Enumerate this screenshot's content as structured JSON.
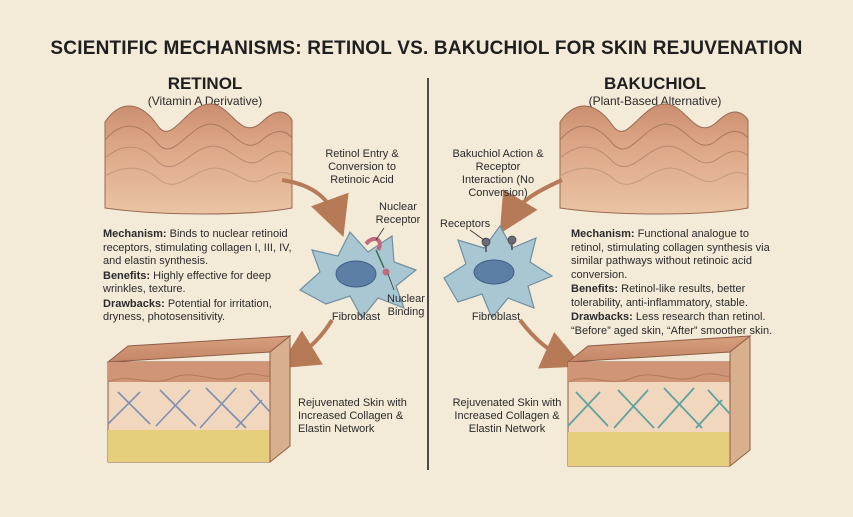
{
  "title": "SCIENTIFIC MECHANISMS: RETINOL VS. BAKUCHIOL FOR SKIN REJUVENATION",
  "retinol": {
    "heading": "RETINOL",
    "subheading": "(Vitamin A Derivative)",
    "entry_label": "Retinol Entry & Conversion to Retinoic Acid",
    "nuclear_receptor_label": "Nuclear Receptor",
    "nuclear_binding_label": "Nuclear Binding",
    "fibroblast_label": "Fibroblast",
    "mechanism_term": "Mechanism:",
    "mechanism_text": "Binds to nuclear retinoid receptors, stimulating collagen I, III, IV, and elastin synthesis.",
    "benefits_term": "Benefits:",
    "benefits_text": "Highly effective for deep wrinkles, texture.",
    "drawbacks_term": "Drawbacks:",
    "drawbacks_text": "Potential for irritation, dryness, photosensitivity.",
    "result_label": "Rejuvenated Skin with Increased Collagen & Elastin Network"
  },
  "bakuchiol": {
    "heading": "BAKUCHIOL",
    "subheading": "(Plant-Based Alternative)",
    "action_label": "Bakuchiol Action & Receptor Interaction (No Conversion)",
    "receptors_label": "Receptors",
    "fibroblast_label": "Fibroblast",
    "mechanism_term": "Mechanism:",
    "mechanism_text": "Functional analogue to retinol, stimulating collagen synthesis via similar pathways without retinoic acid conversion.",
    "benefits_term": "Benefits:",
    "benefits_text": "Retinol-like results, better tolerability, anti-inflammatory, stable.",
    "drawbacks_term": "Drawbacks:",
    "drawbacks_text": "Less research than retinol. “Before” aged skin, “After” smoother skin.",
    "result_label": "Rejuvenated Skin with Increased Collagen & Elastin Network"
  },
  "colors": {
    "background": "#f3ead8",
    "skin_top": "#c98e6f",
    "skin_mid": "#e3b592",
    "fat": "#e6cf7c",
    "cell": "#a9c7d3",
    "nucleus": "#5d7fa6",
    "arrow": "#b77a57",
    "fiber_retinol": "#7f8fb8",
    "fiber_bakuchiol": "#5ea3a0"
  }
}
